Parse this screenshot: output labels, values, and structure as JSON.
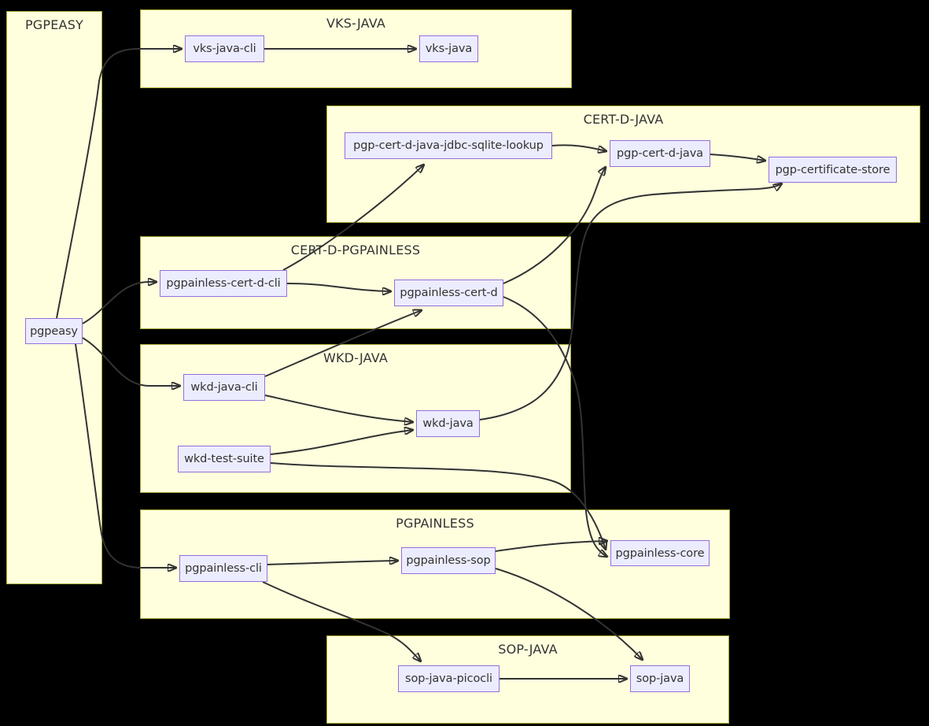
{
  "diagram": {
    "clusters": {
      "PGPEASY": {
        "title": "PGPEASY"
      },
      "VKS-JAVA": {
        "title": "VKS-JAVA"
      },
      "CERT-D-JAVA": {
        "title": "CERT-D-JAVA"
      },
      "CERT-D-PGPAINLESS": {
        "title": "CERT-D-PGPAINLESS"
      },
      "WKD-JAVA": {
        "title": "WKD-JAVA"
      },
      "PGPAINLESS": {
        "title": "PGPAINLESS"
      },
      "SOP-JAVA": {
        "title": "SOP-JAVA"
      }
    },
    "nodes": {
      "pgpeasy": {
        "label": "pgpeasy"
      },
      "vks-java-cli": {
        "label": "vks-java-cli"
      },
      "vks-java": {
        "label": "vks-java"
      },
      "pgp-cert-d-java-jdbc-sqlite-lookup": {
        "label": "pgp-cert-d-java-jdbc-sqlite-lookup"
      },
      "pgp-cert-d-java": {
        "label": "pgp-cert-d-java"
      },
      "pgp-certificate-store": {
        "label": "pgp-certificate-store"
      },
      "pgpainless-cert-d-cli": {
        "label": "pgpainless-cert-d-cli"
      },
      "pgpainless-cert-d": {
        "label": "pgpainless-cert-d"
      },
      "wkd-java-cli": {
        "label": "wkd-java-cli"
      },
      "wkd-java": {
        "label": "wkd-java"
      },
      "wkd-test-suite": {
        "label": "wkd-test-suite"
      },
      "pgpainless-cli": {
        "label": "pgpainless-cli"
      },
      "pgpainless-sop": {
        "label": "pgpainless-sop"
      },
      "pgpainless-core": {
        "label": "pgpainless-core"
      },
      "sop-java-picocli": {
        "label": "sop-java-picocli"
      },
      "sop-java": {
        "label": "sop-java"
      }
    },
    "edges": [
      {
        "from": "pgpeasy",
        "to": "vks-java-cli"
      },
      {
        "from": "pgpeasy",
        "to": "pgpainless-cert-d-cli"
      },
      {
        "from": "pgpeasy",
        "to": "wkd-java-cli"
      },
      {
        "from": "pgpeasy",
        "to": "pgpainless-cli"
      },
      {
        "from": "vks-java-cli",
        "to": "vks-java"
      },
      {
        "from": "pgpainless-cert-d-cli",
        "to": "pgpainless-cert-d"
      },
      {
        "from": "pgpainless-cert-d-cli",
        "to": "pgp-cert-d-java-jdbc-sqlite-lookup"
      },
      {
        "from": "pgp-cert-d-java-jdbc-sqlite-lookup",
        "to": "pgp-cert-d-java"
      },
      {
        "from": "pgp-cert-d-java",
        "to": "pgp-certificate-store"
      },
      {
        "from": "pgpainless-cert-d",
        "to": "pgp-cert-d-java"
      },
      {
        "from": "pgpainless-cert-d",
        "to": "pgpainless-core"
      },
      {
        "from": "wkd-java-cli",
        "to": "pgpainless-cert-d"
      },
      {
        "from": "wkd-java-cli",
        "to": "wkd-java"
      },
      {
        "from": "wkd-test-suite",
        "to": "wkd-java"
      },
      {
        "from": "wkd-test-suite",
        "to": "pgpainless-core"
      },
      {
        "from": "wkd-java",
        "to": "pgp-certificate-store"
      },
      {
        "from": "pgpainless-cli",
        "to": "pgpainless-sop"
      },
      {
        "from": "pgpainless-cli",
        "to": "sop-java-picocli"
      },
      {
        "from": "pgpainless-sop",
        "to": "pgpainless-core"
      },
      {
        "from": "pgpainless-sop",
        "to": "sop-java"
      },
      {
        "from": "sop-java-picocli",
        "to": "sop-java"
      }
    ],
    "colors": {
      "background": "#000000",
      "cluster_fill": "#FFFFDE",
      "cluster_border": "#AAAA33",
      "node_fill": "#ECECFF",
      "node_border": "#9370DB",
      "edge": "#333333",
      "text": "#333333"
    }
  }
}
